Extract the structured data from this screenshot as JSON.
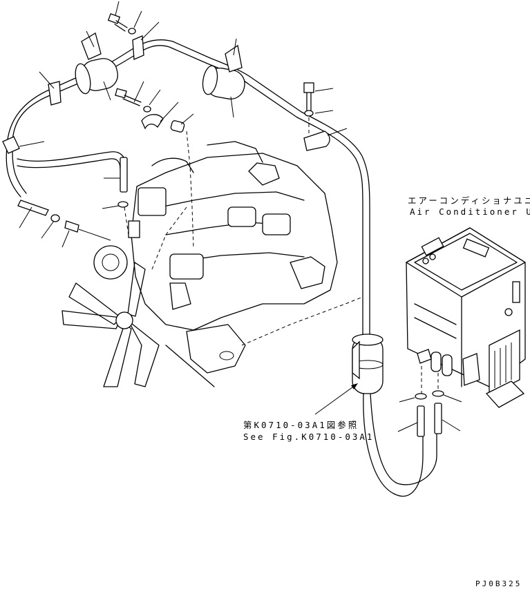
{
  "labels": {
    "unit_jp": "エアーコンディショナユニット",
    "unit_en": "Air Conditioner Unit",
    "ref_jp": "第K0710-03A1図参照",
    "ref_en": "See Fig.K0710-03A1",
    "drawing_code": "PJ0B325"
  },
  "colors": {
    "line": "#000000",
    "background": "#ffffff"
  }
}
